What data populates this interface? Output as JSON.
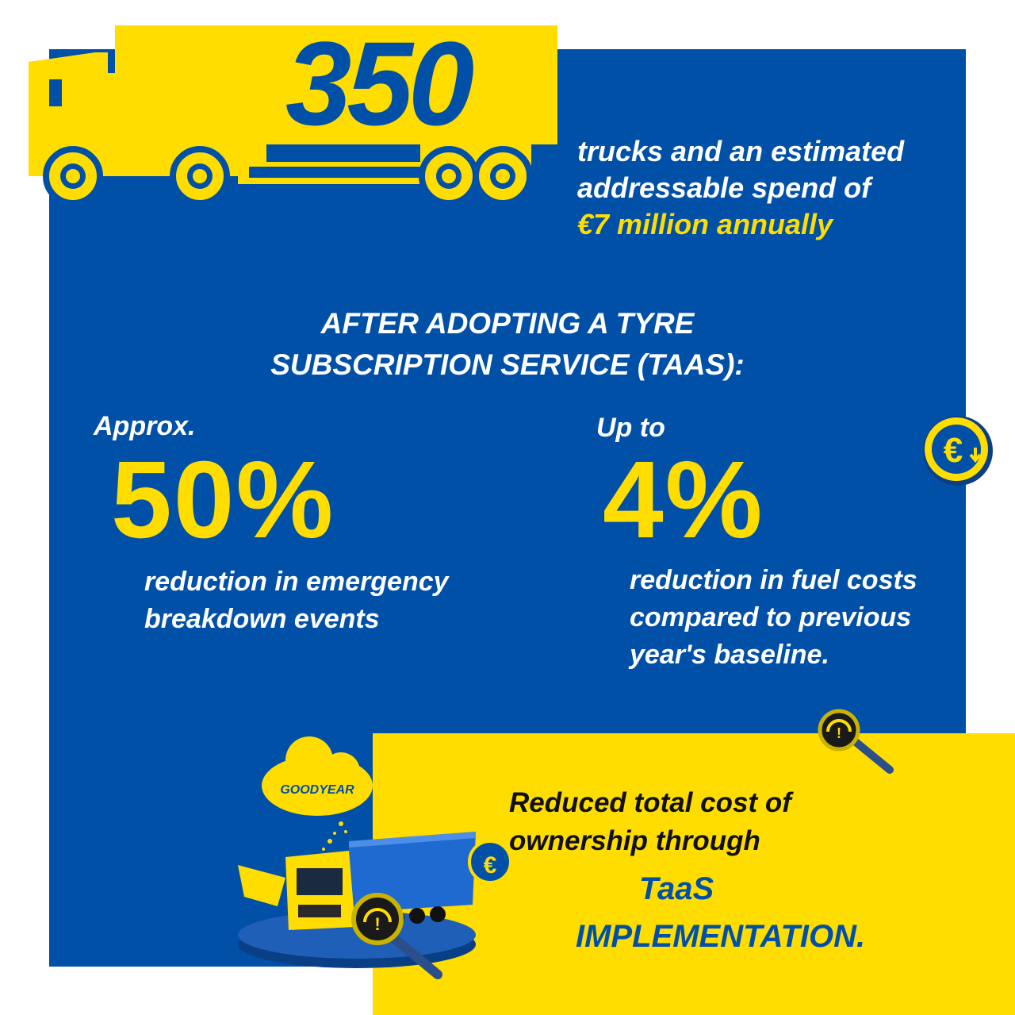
{
  "hero": {
    "count": "350",
    "line1": "trucks and an estimated",
    "line2": "addressable spend of",
    "highlight": "€7 million annually"
  },
  "heading": {
    "line1": "AFTER ADOPTING A TYRE",
    "line2": "SUBSCRIPTION SERVICE (TAAS):"
  },
  "stat_left": {
    "prefix": "Approx.",
    "value": "50%",
    "line1": "reduction in emergency",
    "line2": "breakdown events"
  },
  "stat_right": {
    "prefix": "Up to",
    "value": "4%",
    "line1": "reduction in fuel costs",
    "line2": "compared to previous",
    "line3": "year's baseline."
  },
  "footer": {
    "line1": "Reduced total cost of",
    "line2": "ownership through",
    "taas": "TaaS",
    "impl": "IMPLEMENTATION."
  },
  "logo_text": "GOODYEAR",
  "icons": [
    "truck-icon",
    "euro-down-icon",
    "tire-pressure-warning-icon",
    "magnifier-icon",
    "cloud-icon"
  ],
  "colors": {
    "blue": "#0050A8",
    "yellow": "#FFDD00",
    "white": "#FFFFFF",
    "dark": "#111111"
  }
}
